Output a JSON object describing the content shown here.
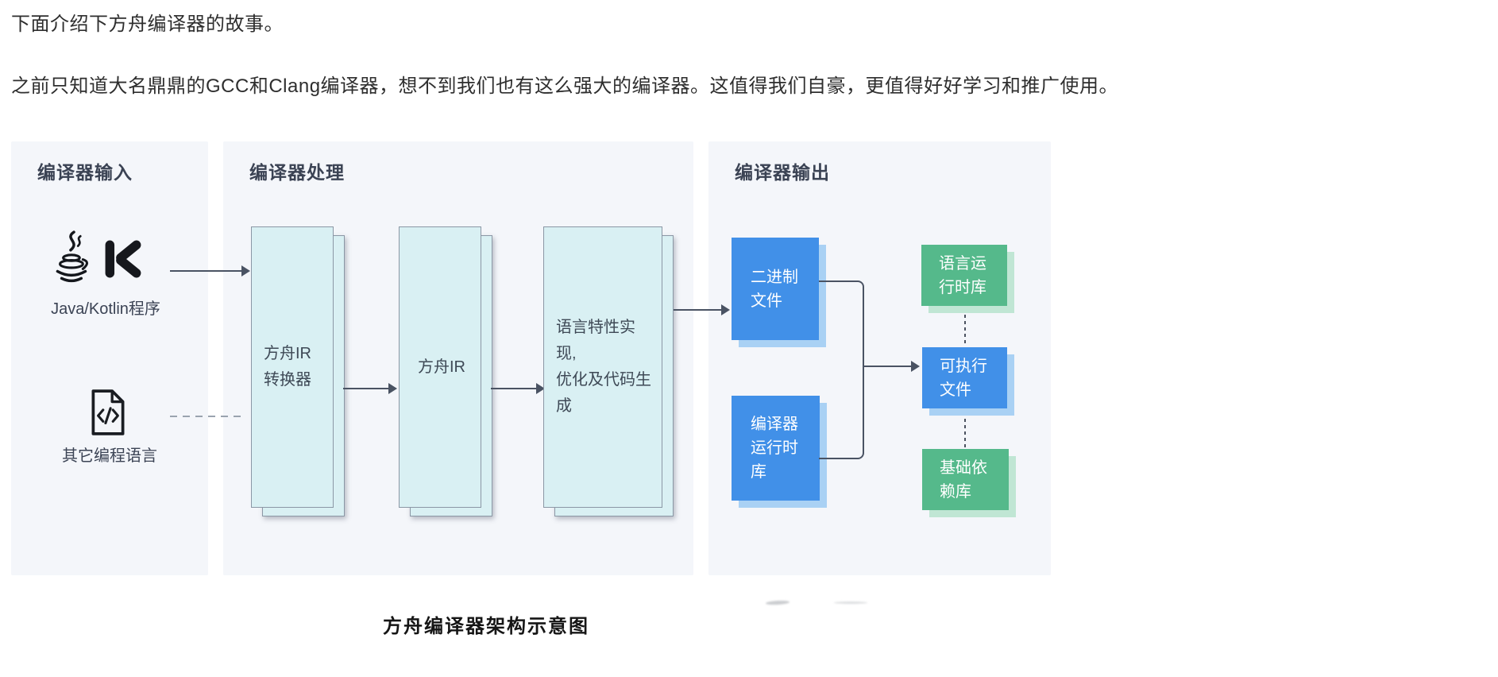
{
  "article": {
    "paragraph1": "下面介绍下方舟编译器的故事。",
    "paragraph2": "之前只知道大名鼎鼎的GCC和Clang编译器，想不到我们也有这么强大的编译器。这值得我们自豪，更值得好好学习和推广使用。",
    "caption": "方舟编译器架构示意图"
  },
  "diagram": {
    "input": {
      "title": "编译器输入",
      "java_kotlin_label": "Java/Kotlin程序",
      "other_label": "其它编程语言",
      "icons": [
        "java-icon",
        "kotlin-icon",
        "code-file-icon"
      ]
    },
    "process": {
      "title": "编译器处理",
      "boxes": [
        {
          "name": "ark-ir-converter",
          "lines": [
            "方舟IR",
            "转换器"
          ]
        },
        {
          "name": "ark-ir",
          "lines": [
            "方舟IR"
          ]
        },
        {
          "name": "lang-feature-codegen",
          "lines": [
            "语言特性实现,",
            "优化及代码生",
            "成"
          ]
        }
      ]
    },
    "output": {
      "title": "编译器输出",
      "boxes": [
        {
          "name": "binary-file",
          "color": "blue",
          "lines": [
            "二进制",
            "文件"
          ]
        },
        {
          "name": "compiler-runtime-lib",
          "color": "blue",
          "lines": [
            "编译器",
            "运行时",
            "库"
          ]
        },
        {
          "name": "language-runtime-lib",
          "color": "green",
          "lines": [
            "语言运",
            "行时库"
          ]
        },
        {
          "name": "executable-file",
          "color": "blue",
          "lines": [
            "可执行",
            "文件"
          ]
        },
        {
          "name": "base-dependency-lib",
          "color": "green",
          "lines": [
            "基础依",
            "赖库"
          ]
        }
      ]
    }
  },
  "colors": {
    "panel_bg": "#f4f6fa",
    "cyan_box": "#d9f0f3",
    "cyan_border": "#8b97a5",
    "blue_box": "#4190e8",
    "blue_shadow": "#a9d1f4",
    "green_box": "#55b98b",
    "green_shadow": "#c0e6d4",
    "connector": "#4a5363",
    "text_dark": "#3b4354"
  }
}
